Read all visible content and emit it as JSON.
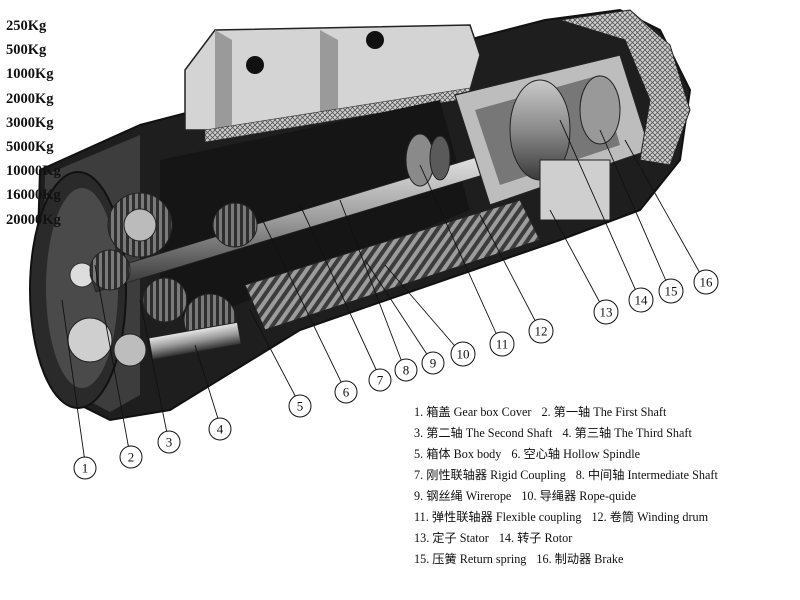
{
  "capacities": [
    "250Kg",
    "500Kg",
    "1000Kg",
    "2000Kg",
    "3000Kg",
    "5000Kg",
    "10000Kg",
    "16000Kg",
    "20000Kg"
  ],
  "callouts": [
    "1",
    "2",
    "3",
    "4",
    "5",
    "6",
    "7",
    "8",
    "9",
    "10",
    "11",
    "12",
    "13",
    "14",
    "15",
    "16"
  ],
  "legend": [
    [
      "1.  箱盖 Gear box Cover",
      "2.  第一轴 The First Shaft"
    ],
    [
      "3.  第二轴 The Second Shaft",
      "4.  第三轴 The Third Shaft"
    ],
    [
      "5.  箱体 Box body",
      "6.  空心轴 Hollow Spindle"
    ],
    [
      "7.  刚性联轴器 Rigid Coupling",
      "8.  中间轴 Intermediate Shaft"
    ],
    [
      "9.  钢丝绳 Wirerope",
      "10.  导绳器 Rope-quide"
    ],
    [
      "11.  弹性联轴器 Flexible coupling",
      "12.  卷筒 Winding drum"
    ],
    [
      "13.  定子 Stator",
      "14.  转子 Rotor"
    ],
    [
      "15.  压簧 Return spring",
      "16.  制动器 Brake"
    ]
  ]
}
